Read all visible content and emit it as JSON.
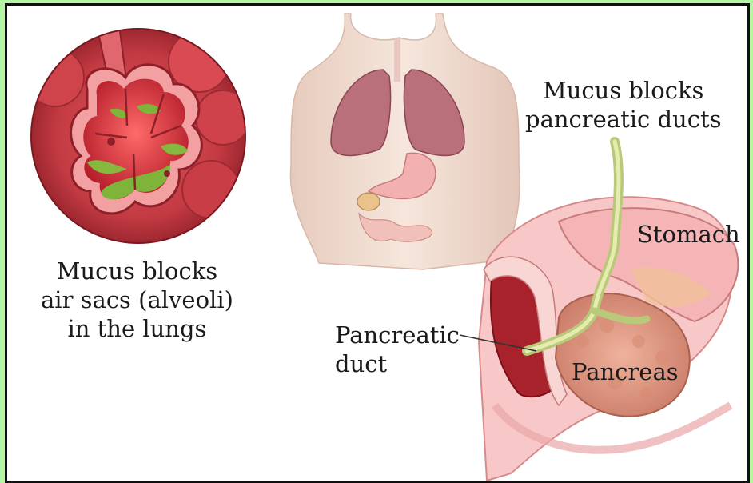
{
  "labels": {
    "lungs": {
      "line1": "Mucus blocks",
      "line2": "air sacs (alveoli)",
      "line3": "in the lungs"
    },
    "ducts": {
      "line1": "Mucus blocks",
      "line2": "pancreatic ducts"
    },
    "stomach": "Stomach",
    "pancreatic_duct": {
      "line1": "Pancreatic",
      "line2": "duct"
    },
    "pancreas": "Pancreas"
  },
  "colors": {
    "background_border": "#b6f5a4",
    "frame_border": "#111111",
    "tissue_red": "#c9323c",
    "mucus_green": "#7fb43a",
    "skin": "#f0dcd0",
    "lung": "#b9707a",
    "stomach_pink": "#f3b0b0",
    "pancreas": "#e3a088"
  }
}
